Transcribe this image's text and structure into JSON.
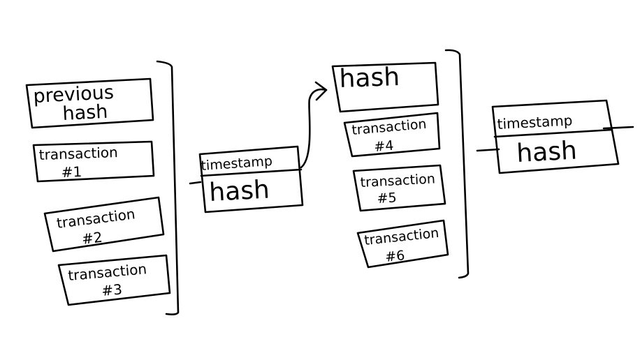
{
  "blocks": [
    {
      "header": [
        "previous",
        "hash"
      ],
      "transactions": [
        [
          "transaction",
          "#1"
        ],
        [
          "transaction",
          "#2"
        ],
        [
          "transaction",
          "#3"
        ]
      ]
    },
    {
      "header": [
        "hash"
      ],
      "transactions": [
        [
          "transaction",
          "#4"
        ],
        [
          "transaction",
          "#5"
        ],
        [
          "transaction",
          "#6"
        ]
      ]
    }
  ],
  "links": [
    {
      "timestamp": "timestamp",
      "hash": "hash"
    },
    {
      "timestamp": "timestamp",
      "hash": "hash"
    }
  ]
}
